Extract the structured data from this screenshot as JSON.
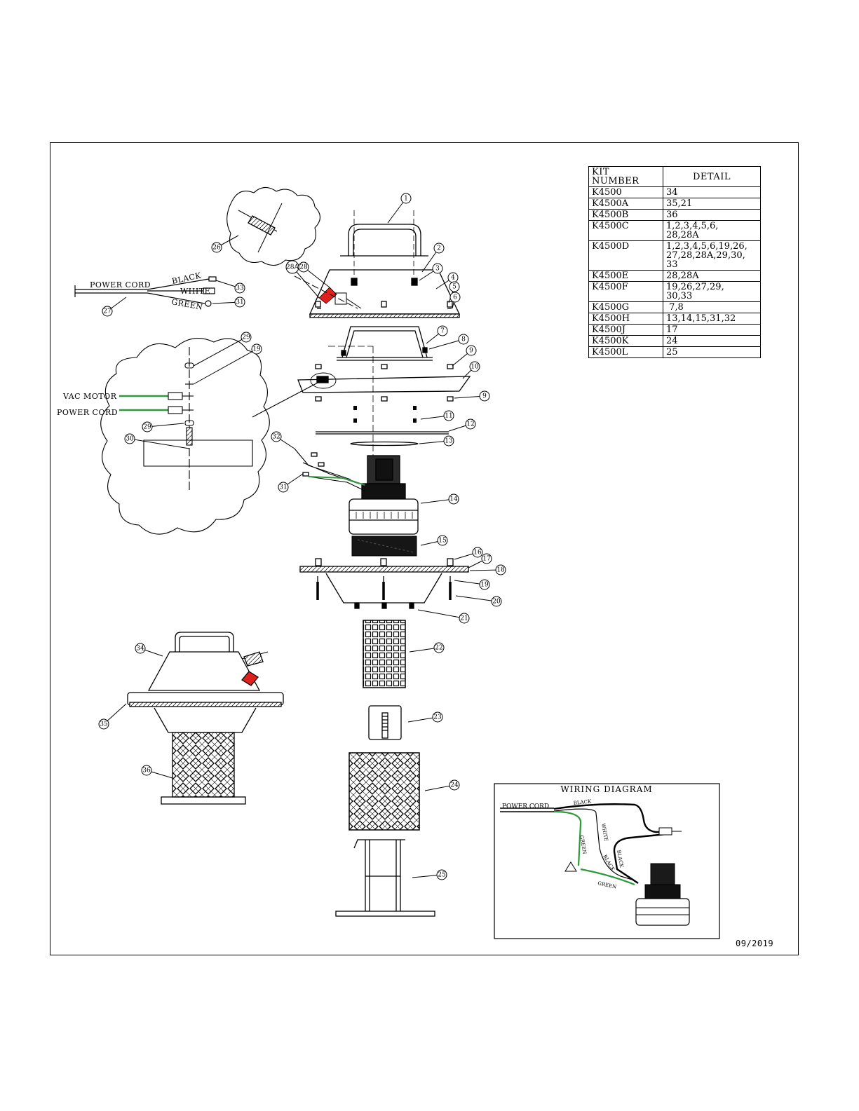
{
  "kit_table": {
    "headers": [
      "KIT NUMBER",
      "DETAIL"
    ],
    "rows": [
      {
        "kit": "K4500",
        "detail": "34"
      },
      {
        "kit": "K4500A",
        "detail": "35,21"
      },
      {
        "kit": "K4500B",
        "detail": "36"
      },
      {
        "kit": "K4500C",
        "detail": "1,2,3,4,5,6,\n28,28A"
      },
      {
        "kit": "K4500D",
        "detail": "1,2,3,4,5,6,19,26,\n27,28,28A,29,30,\n33"
      },
      {
        "kit": "K4500E",
        "detail": "28,28A"
      },
      {
        "kit": "K4500F",
        "detail": "19,26,27,29,\n30,33"
      },
      {
        "kit": "K4500G",
        "detail": " 7,8"
      },
      {
        "kit": "K4500H",
        "detail": "13,14,15,31,32"
      },
      {
        "kit": "K4500J",
        "detail": "17"
      },
      {
        "kit": "K4500K",
        "detail": "24"
      },
      {
        "kit": "K4500L",
        "detail": "25"
      }
    ]
  },
  "labels": {
    "power_cord": "POWER CORD",
    "black": "BLACK",
    "white": "WHITE",
    "green": "GREEN",
    "vac_motor": "VAC MOTOR",
    "power_cord_detail": "POWER CORD"
  },
  "wiring_diagram": {
    "title": "WIRING DIAGRAM",
    "power_cord": "POWER CORD",
    "black_top": "BLACK",
    "white": "WHITE",
    "green_vertical": "GREEN",
    "black_right": "BLACK",
    "black_lower": "BLACK",
    "green_lower": "GREEN"
  },
  "callouts": {
    "c1": "1",
    "c2": "2",
    "c3": "3",
    "c4": "4",
    "c5": "5",
    "c6": "6",
    "c7": "7",
    "c8": "8",
    "c9a": "9",
    "c9b": "9",
    "c10": "10",
    "c11": "11",
    "c12": "12",
    "c13": "13",
    "c14": "14",
    "c15": "15",
    "c16": "16",
    "c17": "17",
    "c18": "18",
    "c19a": "19",
    "c19b": "19",
    "c20": "20",
    "c21": "21",
    "c22": "22",
    "c23": "23",
    "c24": "24",
    "c25": "25",
    "c26": "26",
    "c27": "27",
    "c28": "28",
    "c28a": "28A",
    "c29a": "29",
    "c29b": "29",
    "c30": "30",
    "c31a": "31",
    "c31b": "31",
    "c32": "32",
    "c33": "33",
    "c34": "34",
    "c35": "35",
    "c36": "36"
  },
  "date": "09/2019",
  "colors": {
    "wire_green": "#2e9a3c",
    "switch_red": "#e0201c",
    "motor_dark": "#1a1a1a"
  }
}
